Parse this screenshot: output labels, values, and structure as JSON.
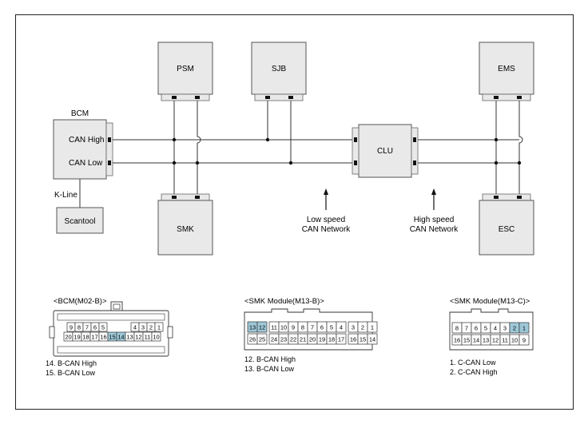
{
  "modules": {
    "psm": "PSM",
    "sjb": "SJB",
    "ems": "EMS",
    "bcm": "BCM",
    "clu": "CLU",
    "smk": "SMK",
    "esc": "ESC",
    "scantool": "Scantool"
  },
  "bcm_pins": {
    "can_high": "CAN High",
    "can_low": "CAN Low"
  },
  "kline": "K-Line",
  "networks": {
    "low_speed": [
      "Low speed",
      "CAN Network"
    ],
    "high_speed": [
      "High speed",
      "CAN Network"
    ]
  },
  "connectors": {
    "bcm": {
      "title": "<BCM(M02-B)>",
      "top_row": [
        "9",
        "8",
        "7",
        "6",
        "5",
        "",
        "",
        "",
        "4",
        "3",
        "2",
        "1"
      ],
      "bottom_row": [
        "20",
        "19",
        "18",
        "17",
        "16",
        "15",
        "14",
        "13",
        "12",
        "11",
        "10"
      ],
      "highlighted": [
        "15",
        "14"
      ],
      "notes": [
        "14. B-CAN High",
        "15. B-CAN Low"
      ]
    },
    "smk_b": {
      "title": "<SMK Module(M13-B)>",
      "top_row": [
        "13",
        "12",
        "11",
        "10",
        "9",
        "8",
        "7",
        "6",
        "5",
        "4",
        "3",
        "2",
        "1"
      ],
      "bottom_row": [
        "26",
        "25",
        "24",
        "23",
        "22",
        "21",
        "20",
        "19",
        "18",
        "17",
        "16",
        "15",
        "14"
      ],
      "highlighted": [
        "13",
        "12"
      ],
      "notes": [
        "12. B-CAN High",
        "13. B-CAN Low"
      ]
    },
    "smk_c": {
      "title": "<SMK Module(M13-C)>",
      "top_row": [
        "8",
        "7",
        "6",
        "5",
        "4",
        "3",
        "2",
        "1"
      ],
      "bottom_row": [
        "16",
        "15",
        "14",
        "13",
        "12",
        "11",
        "10",
        "9"
      ],
      "highlighted": [
        "2",
        "1"
      ],
      "notes": [
        "1. C-CAN Low",
        "2. C-CAN High"
      ]
    }
  }
}
